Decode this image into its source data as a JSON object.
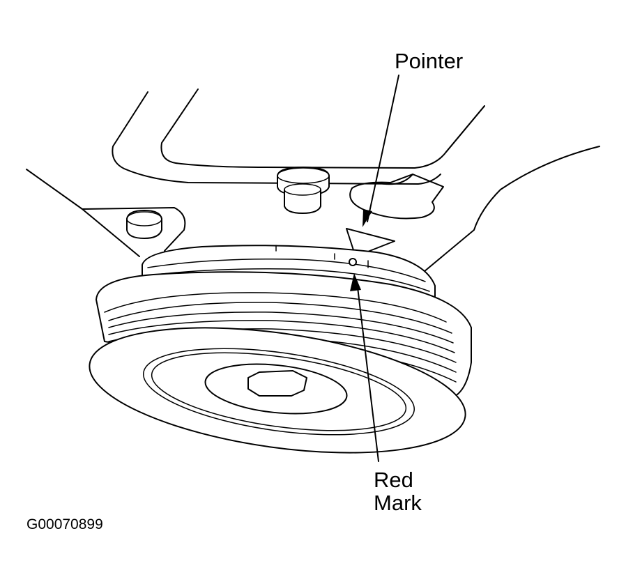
{
  "labels": {
    "pointer": "Pointer",
    "red_mark_line1": "Red",
    "red_mark_line2": "Mark"
  },
  "figure_id": "G00070899",
  "colors": {
    "line": "#000000",
    "background": "#ffffff"
  }
}
